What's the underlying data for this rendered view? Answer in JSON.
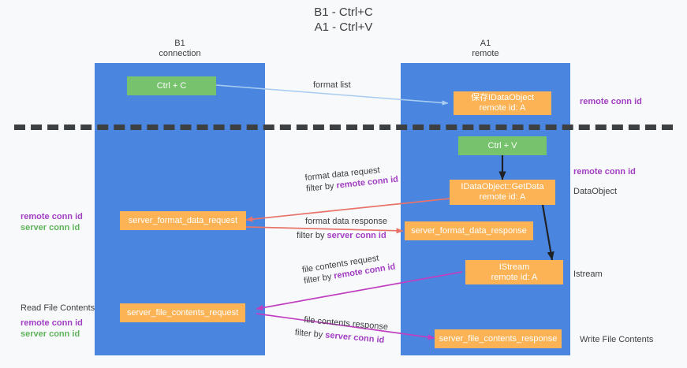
{
  "title": {
    "line1": "B1 - Ctrl+C",
    "line2": "A1 - Ctrl+V"
  },
  "columns": [
    {
      "name": "B1",
      "sub": "connection"
    },
    {
      "name": "A1",
      "sub": "remote"
    }
  ],
  "colors": {
    "lane": "#4a86e0",
    "orange": "#fbb355",
    "green": "#77c26c",
    "purple": "#a23ec4",
    "green_text": "#5fb35a",
    "blue_arrow": "#a8cdf0",
    "red_arrow": "#e8736a",
    "magenta_arrow": "#c03fc0",
    "black": "#202124",
    "background": "#f8f9fa"
  },
  "boxes": {
    "ctrl_c": {
      "label": "Ctrl + C"
    },
    "ctrl_v": {
      "label": "Ctrl + V"
    },
    "save_dataobject": {
      "line1": "保存IDataObject",
      "line2": "remote id: A"
    },
    "getdata": {
      "line1": "IDataObject::GetData",
      "line2": "remote id: A"
    },
    "istream": {
      "line1": "IStream",
      "line2": "remote id: A"
    },
    "server_format_data_request": {
      "label": "server_format_data_request"
    },
    "server_format_data_response": {
      "label": "server_format_data_response"
    },
    "server_file_contents_request": {
      "label": "server_file_contents_request"
    },
    "server_file_contents_response": {
      "label": "server_file_contents_response"
    }
  },
  "edge_labels": {
    "format_list": "format list",
    "format_data_request": "format data request",
    "format_data_request_filter_prefix": "filter by ",
    "format_data_request_filter_key": "remote conn id",
    "format_data_response": "format data response",
    "format_data_response_filter_prefix": "filter by ",
    "format_data_response_filter_key": "server conn id",
    "file_contents_request": "file contents request",
    "file_contents_request_filter_prefix": "filter by ",
    "file_contents_request_filter_key": "remote conn id",
    "file_contents_response": "file contents response",
    "file_contents_response_filter_prefix": "filter by ",
    "file_contents_response_filter_key": "server conn id"
  },
  "annotations": {
    "right_top_remote_conn_id": "remote conn id",
    "right_mid_remote_conn_id": "remote conn id",
    "right_dataobject": "DataObject",
    "right_istream": "Istream",
    "right_write_file_contents": "Write File Contents",
    "left_remote_conn_id": "remote conn id",
    "left_server_conn_id": "server conn id",
    "left_read_file_contents": "Read File Contents",
    "left_bottom_remote_conn_id": "remote conn id",
    "left_bottom_server_conn_id": "server conn id"
  }
}
